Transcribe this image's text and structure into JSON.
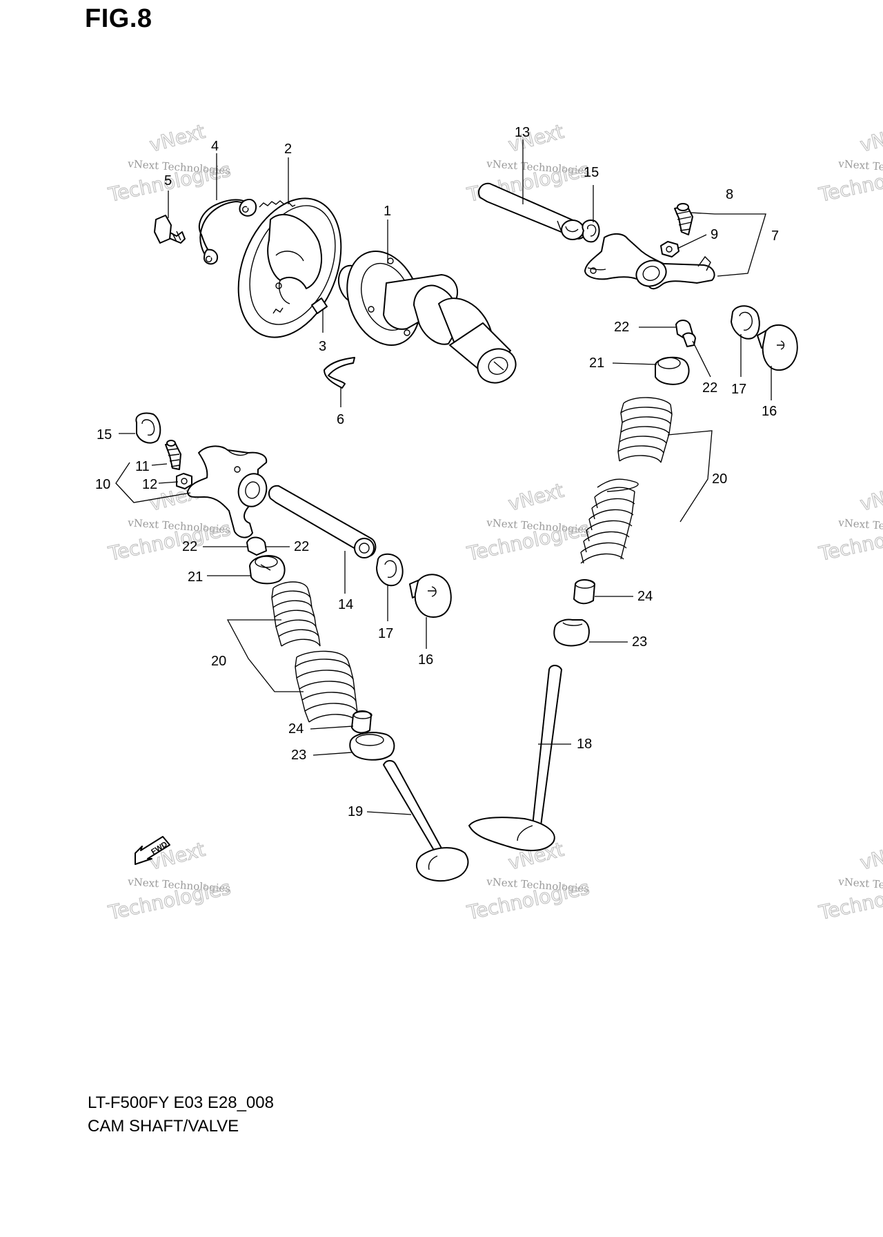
{
  "figure_title": "FIG.8",
  "footer": {
    "model_code": "LT-F500FY E03 E28_008",
    "assembly_name": "CAM SHAFT/VALVE"
  },
  "fwd_arrow_label": "FWD",
  "watermark": {
    "line1": "vNext",
    "line2": "vNext Technologies",
    "line3": "Technologies"
  },
  "callouts": [
    {
      "id": "c1",
      "number": "1"
    },
    {
      "id": "c2",
      "number": "2"
    },
    {
      "id": "c3",
      "number": "3"
    },
    {
      "id": "c4",
      "number": "4"
    },
    {
      "id": "c5",
      "number": "5"
    },
    {
      "id": "c6",
      "number": "6"
    },
    {
      "id": "c7",
      "number": "7"
    },
    {
      "id": "c8",
      "number": "8"
    },
    {
      "id": "c9",
      "number": "9"
    },
    {
      "id": "c13",
      "number": "13"
    },
    {
      "id": "c15a",
      "number": "15"
    },
    {
      "id": "c22a",
      "number": "22"
    },
    {
      "id": "c22b",
      "number": "22"
    },
    {
      "id": "c21a",
      "number": "21"
    },
    {
      "id": "c17a",
      "number": "17"
    },
    {
      "id": "c16a",
      "number": "16"
    },
    {
      "id": "c15b",
      "number": "15"
    },
    {
      "id": "c11",
      "number": "11"
    },
    {
      "id": "c10",
      "number": "10"
    },
    {
      "id": "c12",
      "number": "12"
    },
    {
      "id": "c20a",
      "number": "20"
    },
    {
      "id": "c22c",
      "number": "22"
    },
    {
      "id": "c22d",
      "number": "22"
    },
    {
      "id": "c21b",
      "number": "21"
    },
    {
      "id": "c14",
      "number": "14"
    },
    {
      "id": "c17b",
      "number": "17"
    },
    {
      "id": "c16b",
      "number": "16"
    },
    {
      "id": "c24a",
      "number": "24"
    },
    {
      "id": "c23a",
      "number": "23"
    },
    {
      "id": "c20b",
      "number": "20"
    },
    {
      "id": "c24b",
      "number": "24"
    },
    {
      "id": "c23b",
      "number": "23"
    },
    {
      "id": "c18",
      "number": "18"
    },
    {
      "id": "c19",
      "number": "19"
    }
  ]
}
